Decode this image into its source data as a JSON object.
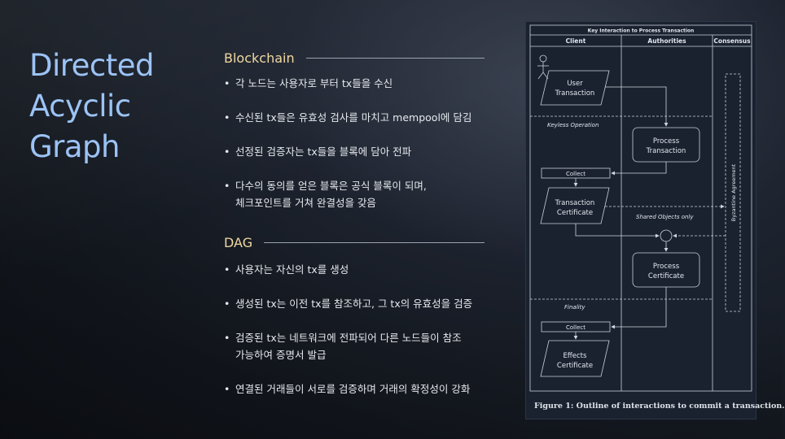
{
  "title_lines": [
    "Directed",
    "Acyclic",
    "Graph"
  ],
  "blockchain": {
    "heading": "Blockchain",
    "items": [
      "각 노드는 사용자로 부터 tx들을 수신",
      "수신된 tx들은 유효성 검사를 마치고 mempool에 담김",
      "선정된 검증자는 tx들을 블록에 담아 전파",
      "다수의 동의를 얻은 블록은 공식 블록이 되며,",
      "체크포인트를 거쳐 완결성을 갖음"
    ]
  },
  "dag": {
    "heading": "DAG",
    "items": [
      "사용자는 자신의 tx를 생성",
      "생성된 tx는 이전 tx를 참조하고, 그 tx의 유효성을 검증",
      "검증된 tx는 네트워크에 전파되어 다른 노드들이 참조",
      "가능하여 증명서 발급",
      "연결된 거래들이 서로를 검증하며 거래의 확정성이 강화"
    ]
  },
  "figure": {
    "header": "Key Interaction to Process Transaction",
    "lanes": [
      "Client",
      "Authorities",
      "Consensus"
    ],
    "user_tx": [
      "User",
      "Transaction"
    ],
    "keyless": "Keyless Operation",
    "process_tx": [
      "Process",
      "Transaction"
    ],
    "collect1": "Collect",
    "tx_cert": [
      "Transaction",
      "Certificate"
    ],
    "shared": "Shared Objects only",
    "process_cert": [
      "Process",
      "Certificate"
    ],
    "finality": "Finality",
    "collect2": "Collect",
    "effects": [
      "Effects",
      "Certificate"
    ],
    "consensus_label": "Byzantine Agreement",
    "caption": "Figure 1: Outline of interactions to commit a transaction."
  }
}
